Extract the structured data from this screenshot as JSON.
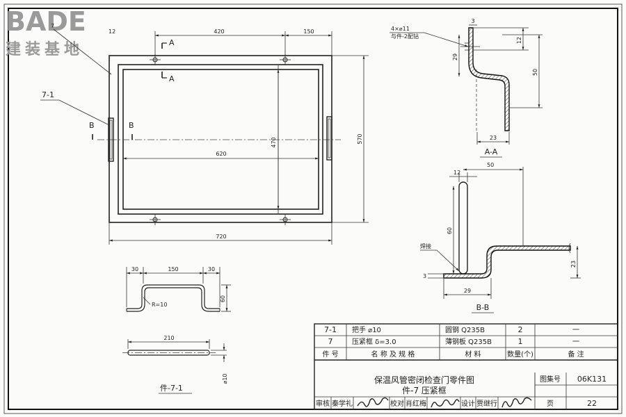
{
  "logo": {
    "brand": "BADE",
    "subtitle": "建装基地"
  },
  "plan": {
    "dims": {
      "d420": "420",
      "d150": "150",
      "d620": "620",
      "d470": "470",
      "d570": "570",
      "d720": "720",
      "d7": "7",
      "d12": "12"
    },
    "sections": {
      "a_top": "A",
      "a_bottom": "A",
      "b_left": "B",
      "b_right": "B"
    },
    "callouts": {
      "part_7_1": "7-1"
    }
  },
  "section_aa": {
    "title": "A-A",
    "note_line1": "4×⌀11",
    "note_line2": "与件-2配钻",
    "dims": {
      "d3": "3",
      "d12": "12",
      "d29": "29",
      "d50": "50",
      "d23": "23"
    }
  },
  "section_bb": {
    "title": "B-B",
    "weld": "焊接",
    "dims": {
      "d12": "12",
      "d50": "50",
      "d60": "60",
      "d23": "23",
      "d3": "3",
      "d29": "29"
    }
  },
  "profile": {
    "dims": {
      "d30a": "30",
      "d150": "150",
      "d30b": "30",
      "d60": "60",
      "r10": "R=10"
    }
  },
  "handle": {
    "title": "件-7-1",
    "dims": {
      "d210": "210",
      "d10": "⌀10"
    }
  },
  "title_block": {
    "rows": [
      {
        "no": "7-1",
        "name": "把手  ⌀10",
        "material": "圆钢    Q235B",
        "qty": "2",
        "note": "一"
      },
      {
        "no": "7",
        "name": "压紧框   δ=3.0",
        "material": "薄钢板   Q235B",
        "qty": "1",
        "note": "一"
      }
    ],
    "header": {
      "no": "件 号",
      "name": "名 称 及 规 格",
      "material": "材   料",
      "qty": "数量(个)",
      "note": "备 注"
    },
    "drawing_title": "保温风管密闭检查门零件图",
    "drawing_subtitle": "件-7 压紧框",
    "atlas_label": "图集号",
    "atlas_no": "06K131",
    "page_label": "页",
    "page_no": "22",
    "review_label": "审核",
    "review_name": "秦学礼",
    "check_label": "校对",
    "check_name": "肖红梅",
    "design_label": "设计",
    "design_name": "贾继行"
  }
}
